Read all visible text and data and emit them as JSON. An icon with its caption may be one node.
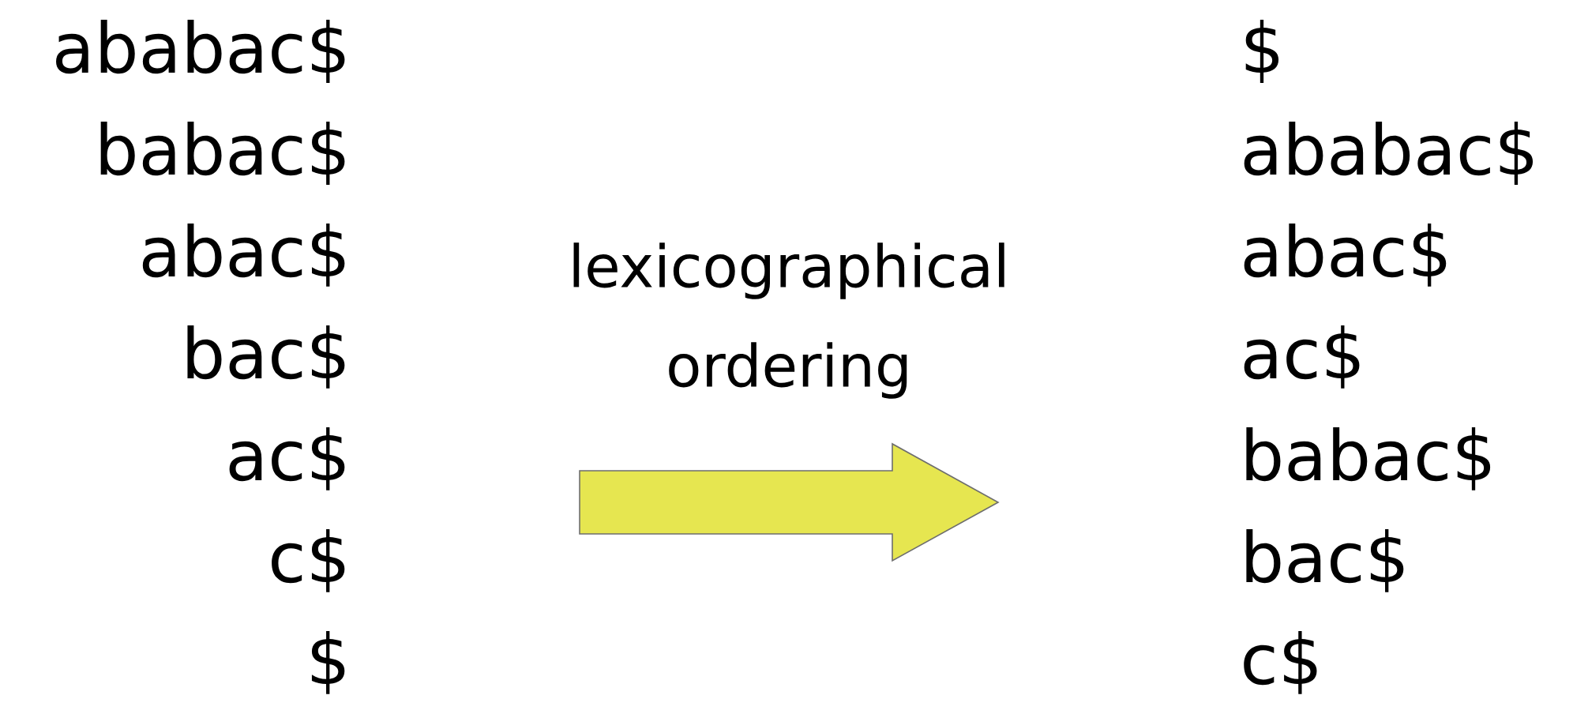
{
  "diagram": {
    "nodes": [
      {
        "text": [
          "ababac$",
          "babac$",
          "abac$",
          "bac$",
          "ac$",
          "c$",
          "$"
        ]
      },
      {
        "text": [
          "$",
          "ababac$",
          "abac$",
          "ac$",
          "babac$",
          "bac$",
          "c$"
        ]
      }
    ],
    "edges": [
      {
        "from": 0,
        "to": 1,
        "arrow": "to",
        "label": "lexicographical ordering"
      }
    ]
  }
}
